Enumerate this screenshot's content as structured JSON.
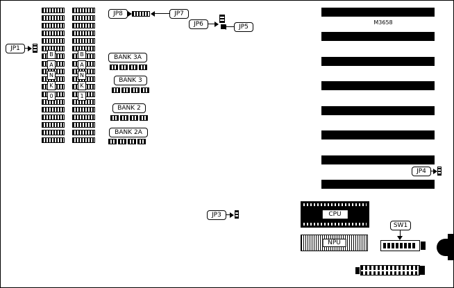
{
  "board": {
    "model_label": "M3658",
    "jumpers": {
      "jp1": "JP1",
      "jp3": "JP3",
      "jp4": "JP4",
      "jp5": "JP5",
      "jp6": "JP6",
      "jp7": "JP7",
      "jp8": "JP8"
    },
    "memory": {
      "bank0_letters": [
        "B",
        "A",
        "N",
        "K",
        "0"
      ],
      "bank1_letters": [
        "B",
        "A",
        "N",
        "K",
        "1"
      ],
      "bank_labels": [
        "BANK 3A",
        "BANK 3",
        "BANK 2",
        "BANK 2A"
      ]
    },
    "components": {
      "cpu_label": "CPU",
      "npu_label": "NPU",
      "sw1_label": "SW1"
    }
  }
}
